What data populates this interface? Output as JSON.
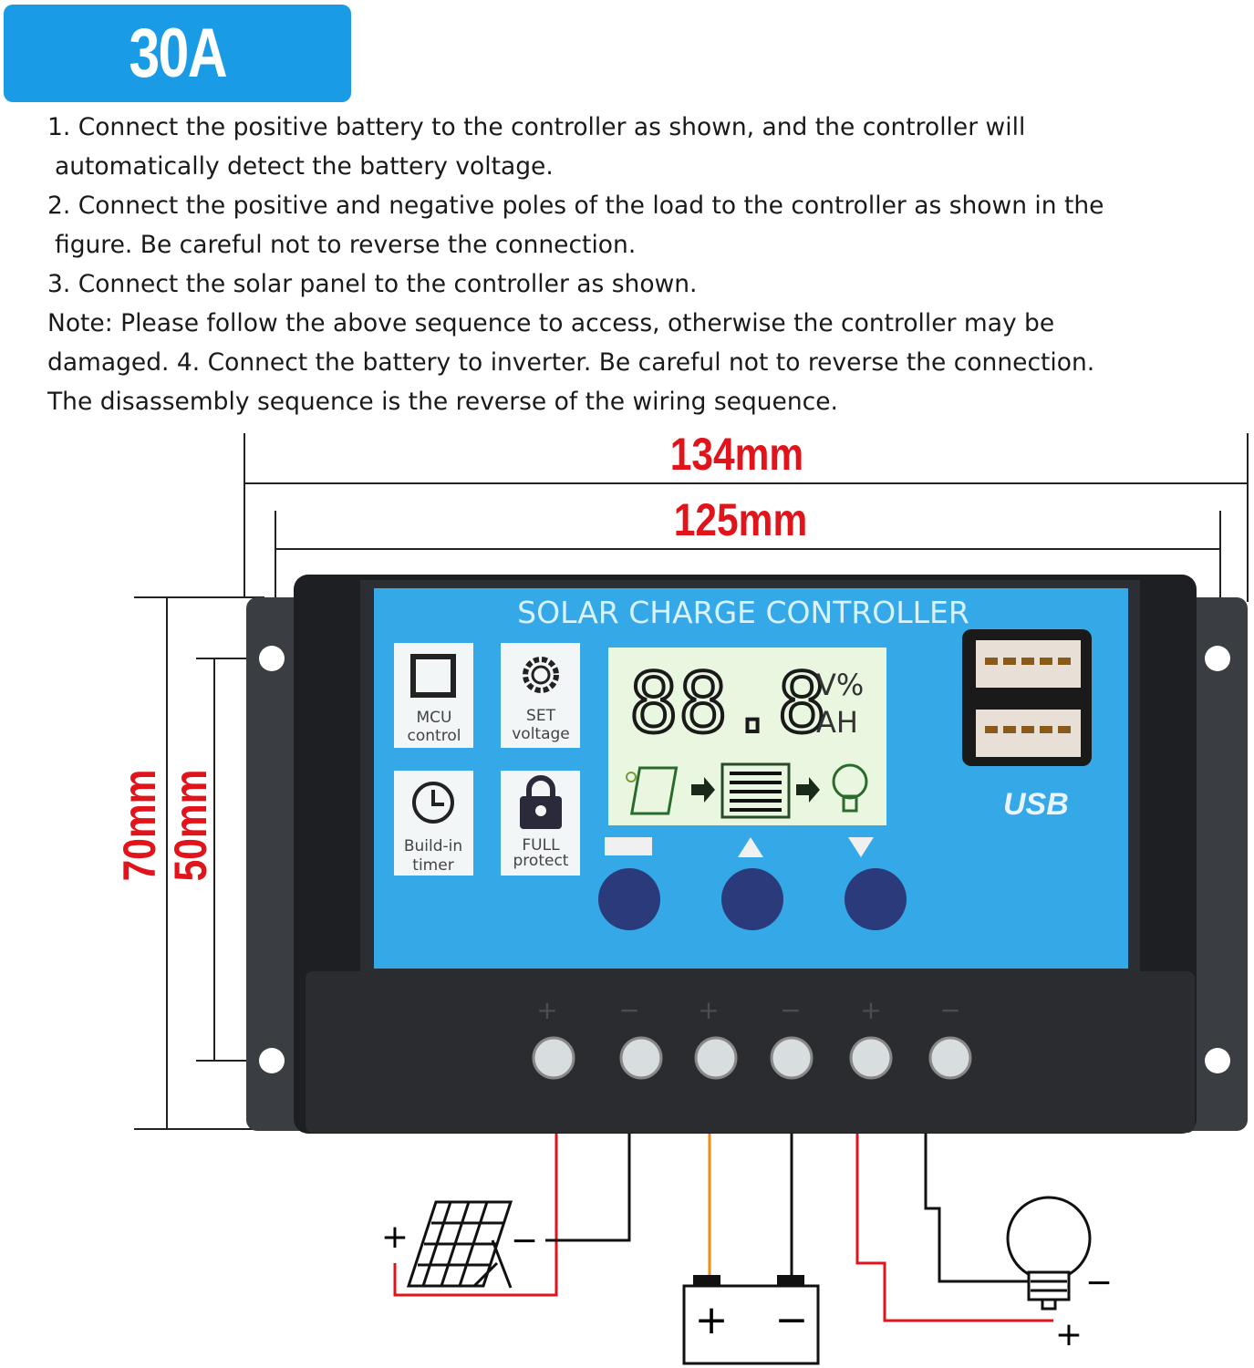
{
  "badge": {
    "label": "30A",
    "color": "#1a9be6"
  },
  "instructions": [
    "1. Connect the positive battery to the controller as shown, and the controller will",
    "automatically detect the battery voltage.",
    "2. Connect the positive and negative poles of the load to the controller as shown in the",
    "figure. Be careful not to reverse the connection.",
    "3. Connect the solar panel to the controller as shown.",
    "Note: Please follow the above sequence to access, otherwise the controller may be",
    "damaged.  4. Connect the battery to inverter. Be careful not to reverse the connection.",
    "The disassembly sequence is the reverse of the wiring sequence."
  ],
  "dimensions": {
    "outer_width": "134mm",
    "inner_width": "125mm",
    "outer_height": "70mm",
    "inner_height": "50mm",
    "color": "#e0141a"
  },
  "device": {
    "title": "SOLAR CHARGE CONTROLLER",
    "features": [
      {
        "icon": "chip-icon",
        "line1": "MCU",
        "line2": "control"
      },
      {
        "icon": "gear-icon",
        "line1": "SET",
        "line2": "voltage"
      },
      {
        "icon": "clock-icon",
        "line1": "Build-in",
        "line2": "timer"
      },
      {
        "icon": "lock-icon",
        "line1": "FULL",
        "line2": "protect"
      }
    ],
    "lcd": {
      "digits": "88.8",
      "unit_top": "V%",
      "unit_bottom": "AH"
    },
    "usb_label": "USB",
    "panel_color": "#35a9e8",
    "terminal_signs": [
      "+",
      "−",
      "+",
      "−",
      "+",
      "−"
    ]
  },
  "wiring": {
    "solar": {
      "plus": "+",
      "minus": "−"
    },
    "battery": {
      "plus": "+",
      "minus": "−"
    },
    "load": {
      "plus": "+",
      "minus": "−"
    }
  }
}
